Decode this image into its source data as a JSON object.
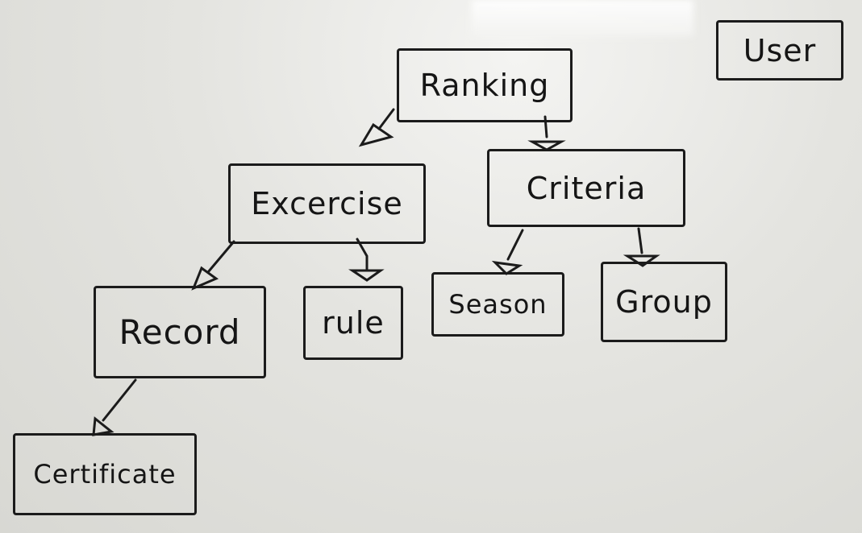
{
  "diagram": {
    "title": "Class hierarchy sketch",
    "nodes": {
      "user": "User",
      "ranking": "Ranking",
      "exercise": "Excercise",
      "criteria": "Criteria",
      "record": "Record",
      "rule": "rule",
      "season": "Season",
      "group": "Group",
      "certificate": "Certificate"
    },
    "edges": [
      {
        "from": "Ranking",
        "to": "Excercise"
      },
      {
        "from": "Ranking",
        "to": "Criteria"
      },
      {
        "from": "Excercise",
        "to": "Record"
      },
      {
        "from": "Excercise",
        "to": "rule"
      },
      {
        "from": "Criteria",
        "to": "Season"
      },
      {
        "from": "Criteria",
        "to": "Group"
      },
      {
        "from": "Record",
        "to": "Certificate"
      }
    ]
  }
}
